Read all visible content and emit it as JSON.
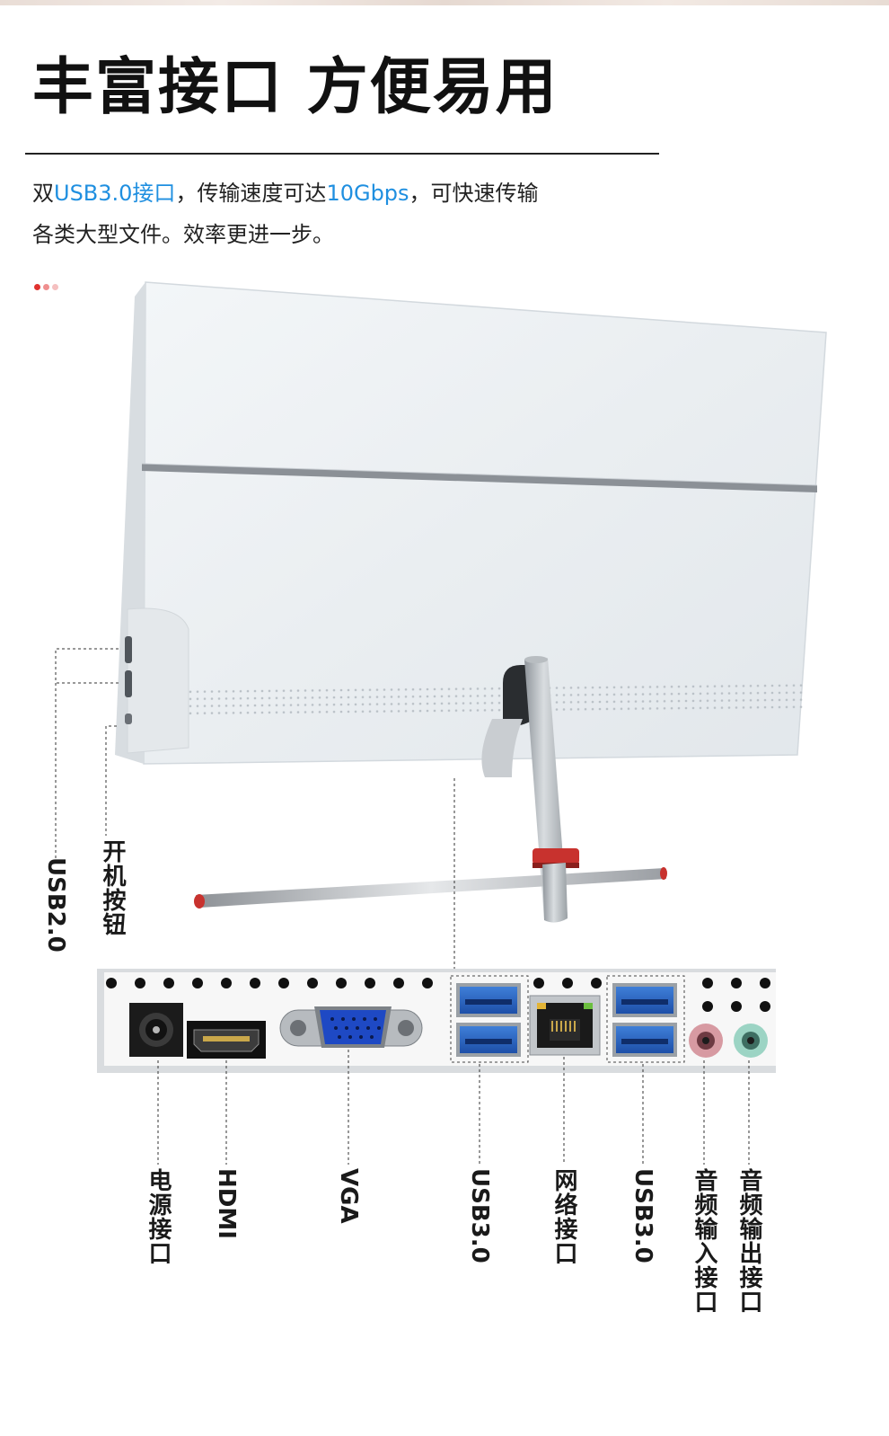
{
  "headline": "丰富接口 方便易用",
  "description": {
    "line1_prefix": "双",
    "line1_highlight1": "USB3.0接口",
    "line1_mid": "，传输速度可达",
    "line1_highlight2": "10Gbps",
    "line1_suffix": "，可快速传输",
    "line2": "各类大型文件。效率更进一步。"
  },
  "colors": {
    "highlight": "#1f8fe0",
    "dot_1": "#e0322f",
    "dot_2": "#ef8f8f",
    "dot_3": "#f5c0c0",
    "stand_accent": "#c8322e"
  },
  "side_ports": {
    "usb2": "USB2.0",
    "power_button": "开机按钮"
  },
  "rear_ports": {
    "power": "电源接口",
    "hdmi": "HDMI",
    "vga": "VGA",
    "usb3_a": "USB3.0",
    "network": "网络接口",
    "usb3_b": "USB3.0",
    "audio_in": "音频输入接口",
    "audio_out": "音频输出接口"
  }
}
